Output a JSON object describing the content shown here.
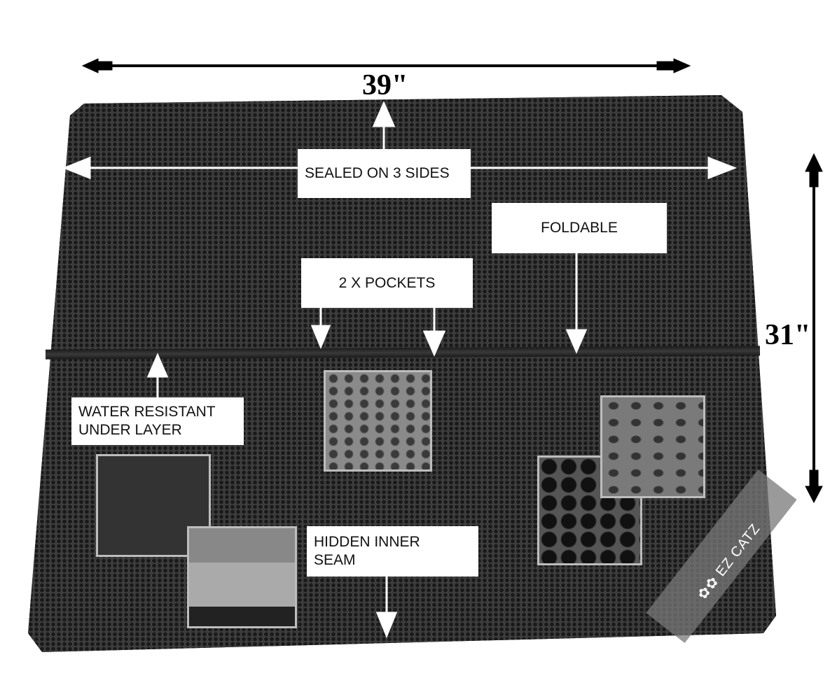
{
  "dimensions": {
    "width": "39\"",
    "height": "31\""
  },
  "labels": {
    "sealed": "SEALED ON 3 SIDES",
    "foldable": "FOLDABLE",
    "pockets": "2 X POCKETS",
    "water_line1": "WATER RESISTANT",
    "water_line2": "UNDER LAYER",
    "seam_line1": "HIDDEN INNER",
    "seam_line2": "SEAM"
  },
  "logo": {
    "text": "EZ CATZ",
    "icon": "paw-prints-icon"
  },
  "colors": {
    "mat": "#2a2a2a",
    "label_bg": "#ffffff",
    "arrow_white": "#ffffff",
    "arrow_black": "#000000"
  }
}
